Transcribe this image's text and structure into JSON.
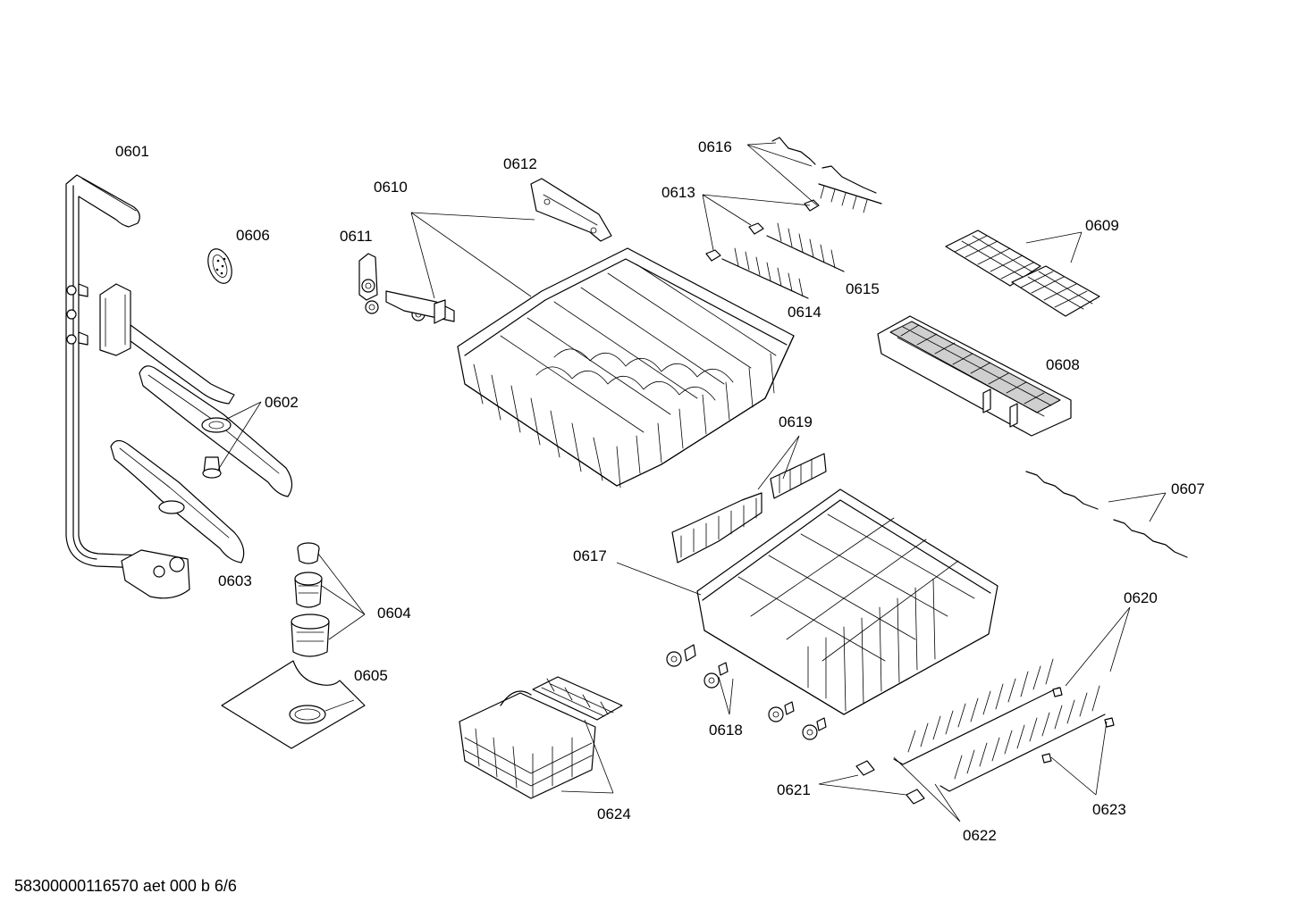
{
  "diagram": {
    "part_labels": {
      "p0601": "0601",
      "p0602": "0602",
      "p0603": "0603",
      "p0604": "0604",
      "p0605": "0605",
      "p0606": "0606",
      "p0607": "0607",
      "p0608": "0608",
      "p0609": "0609",
      "p0610": "0610",
      "p0611": "0611",
      "p0612": "0612",
      "p0613": "0613",
      "p0614": "0614",
      "p0615": "0615",
      "p0616": "0616",
      "p0617": "0617",
      "p0618": "0618",
      "p0619": "0619",
      "p0620": "0620",
      "p0621": "0621",
      "p0622": "0622",
      "p0623": "0623",
      "p0624": "0624"
    },
    "footer": "58300000116570 aet 000 b 6/6"
  }
}
